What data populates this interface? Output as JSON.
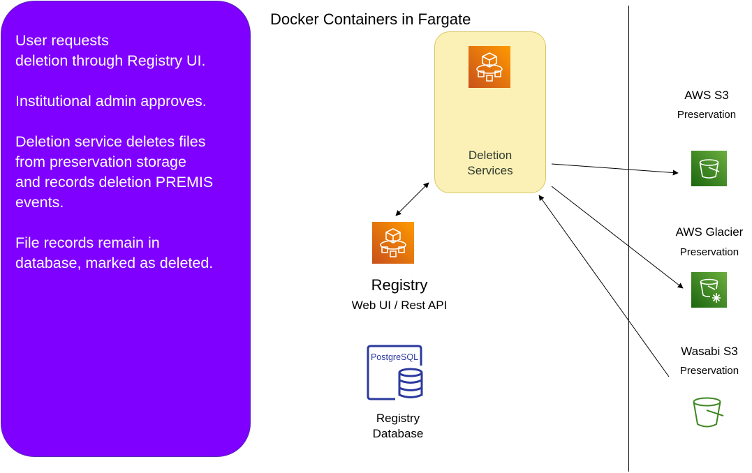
{
  "note": {
    "paragraphs": [
      "User requests\ndeletion through Registry UI.",
      "Institutional admin approves.",
      "Deletion service deletes files\nfrom preservation storage\nand records deletion PREMIS\nevents.",
      "File records remain in\ndatabase, marked as deleted."
    ]
  },
  "fargate": {
    "title": "Docker Containers in Fargate",
    "deletion_label": "Deletion\nServices"
  },
  "registry": {
    "title": "Registry",
    "subtitle": "Web UI / Rest API"
  },
  "database": {
    "logo_text": "PostgreSQL",
    "label": "Registry\nDatabase"
  },
  "storage": [
    {
      "name": "AWS S3",
      "sub": "Preservation",
      "icon": "s3-bucket-icon"
    },
    {
      "name": "AWS Glacier",
      "sub": "Preservation",
      "icon": "glacier-bucket-icon"
    },
    {
      "name": "Wasabi S3",
      "sub": "Preservation",
      "icon": "wasabi-bucket-icon"
    }
  ],
  "colors": {
    "note_bg": "#7f00ff",
    "deletion_bg": "#fbf0b5",
    "ecs_orange": "#e8790d",
    "s3_green": "#3f8624",
    "postgres_blue": "#2b3a9e"
  }
}
